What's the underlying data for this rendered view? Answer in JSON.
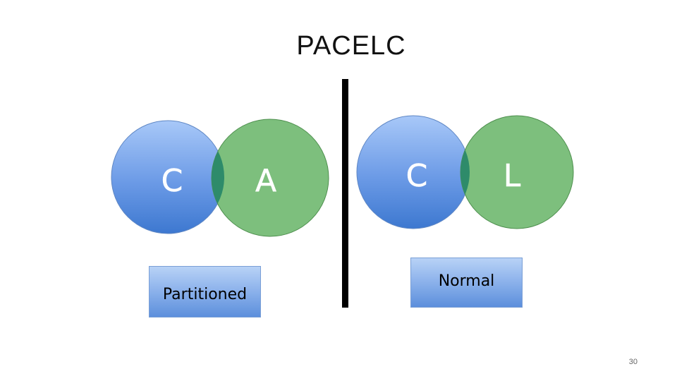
{
  "title": "PACELC",
  "left_venn": {
    "left_letter": "C",
    "right_letter": "A",
    "label": "Partitioned"
  },
  "right_venn": {
    "left_letter": "C",
    "right_letter": "L",
    "label": "Normal"
  },
  "page_number": "30",
  "colors": {
    "blue_top": "#a8c8f8",
    "blue_bottom": "#3d78d0",
    "green_fill": "#7dbf7d",
    "overlap": "#2e8b6a",
    "divider": "#000000"
  }
}
